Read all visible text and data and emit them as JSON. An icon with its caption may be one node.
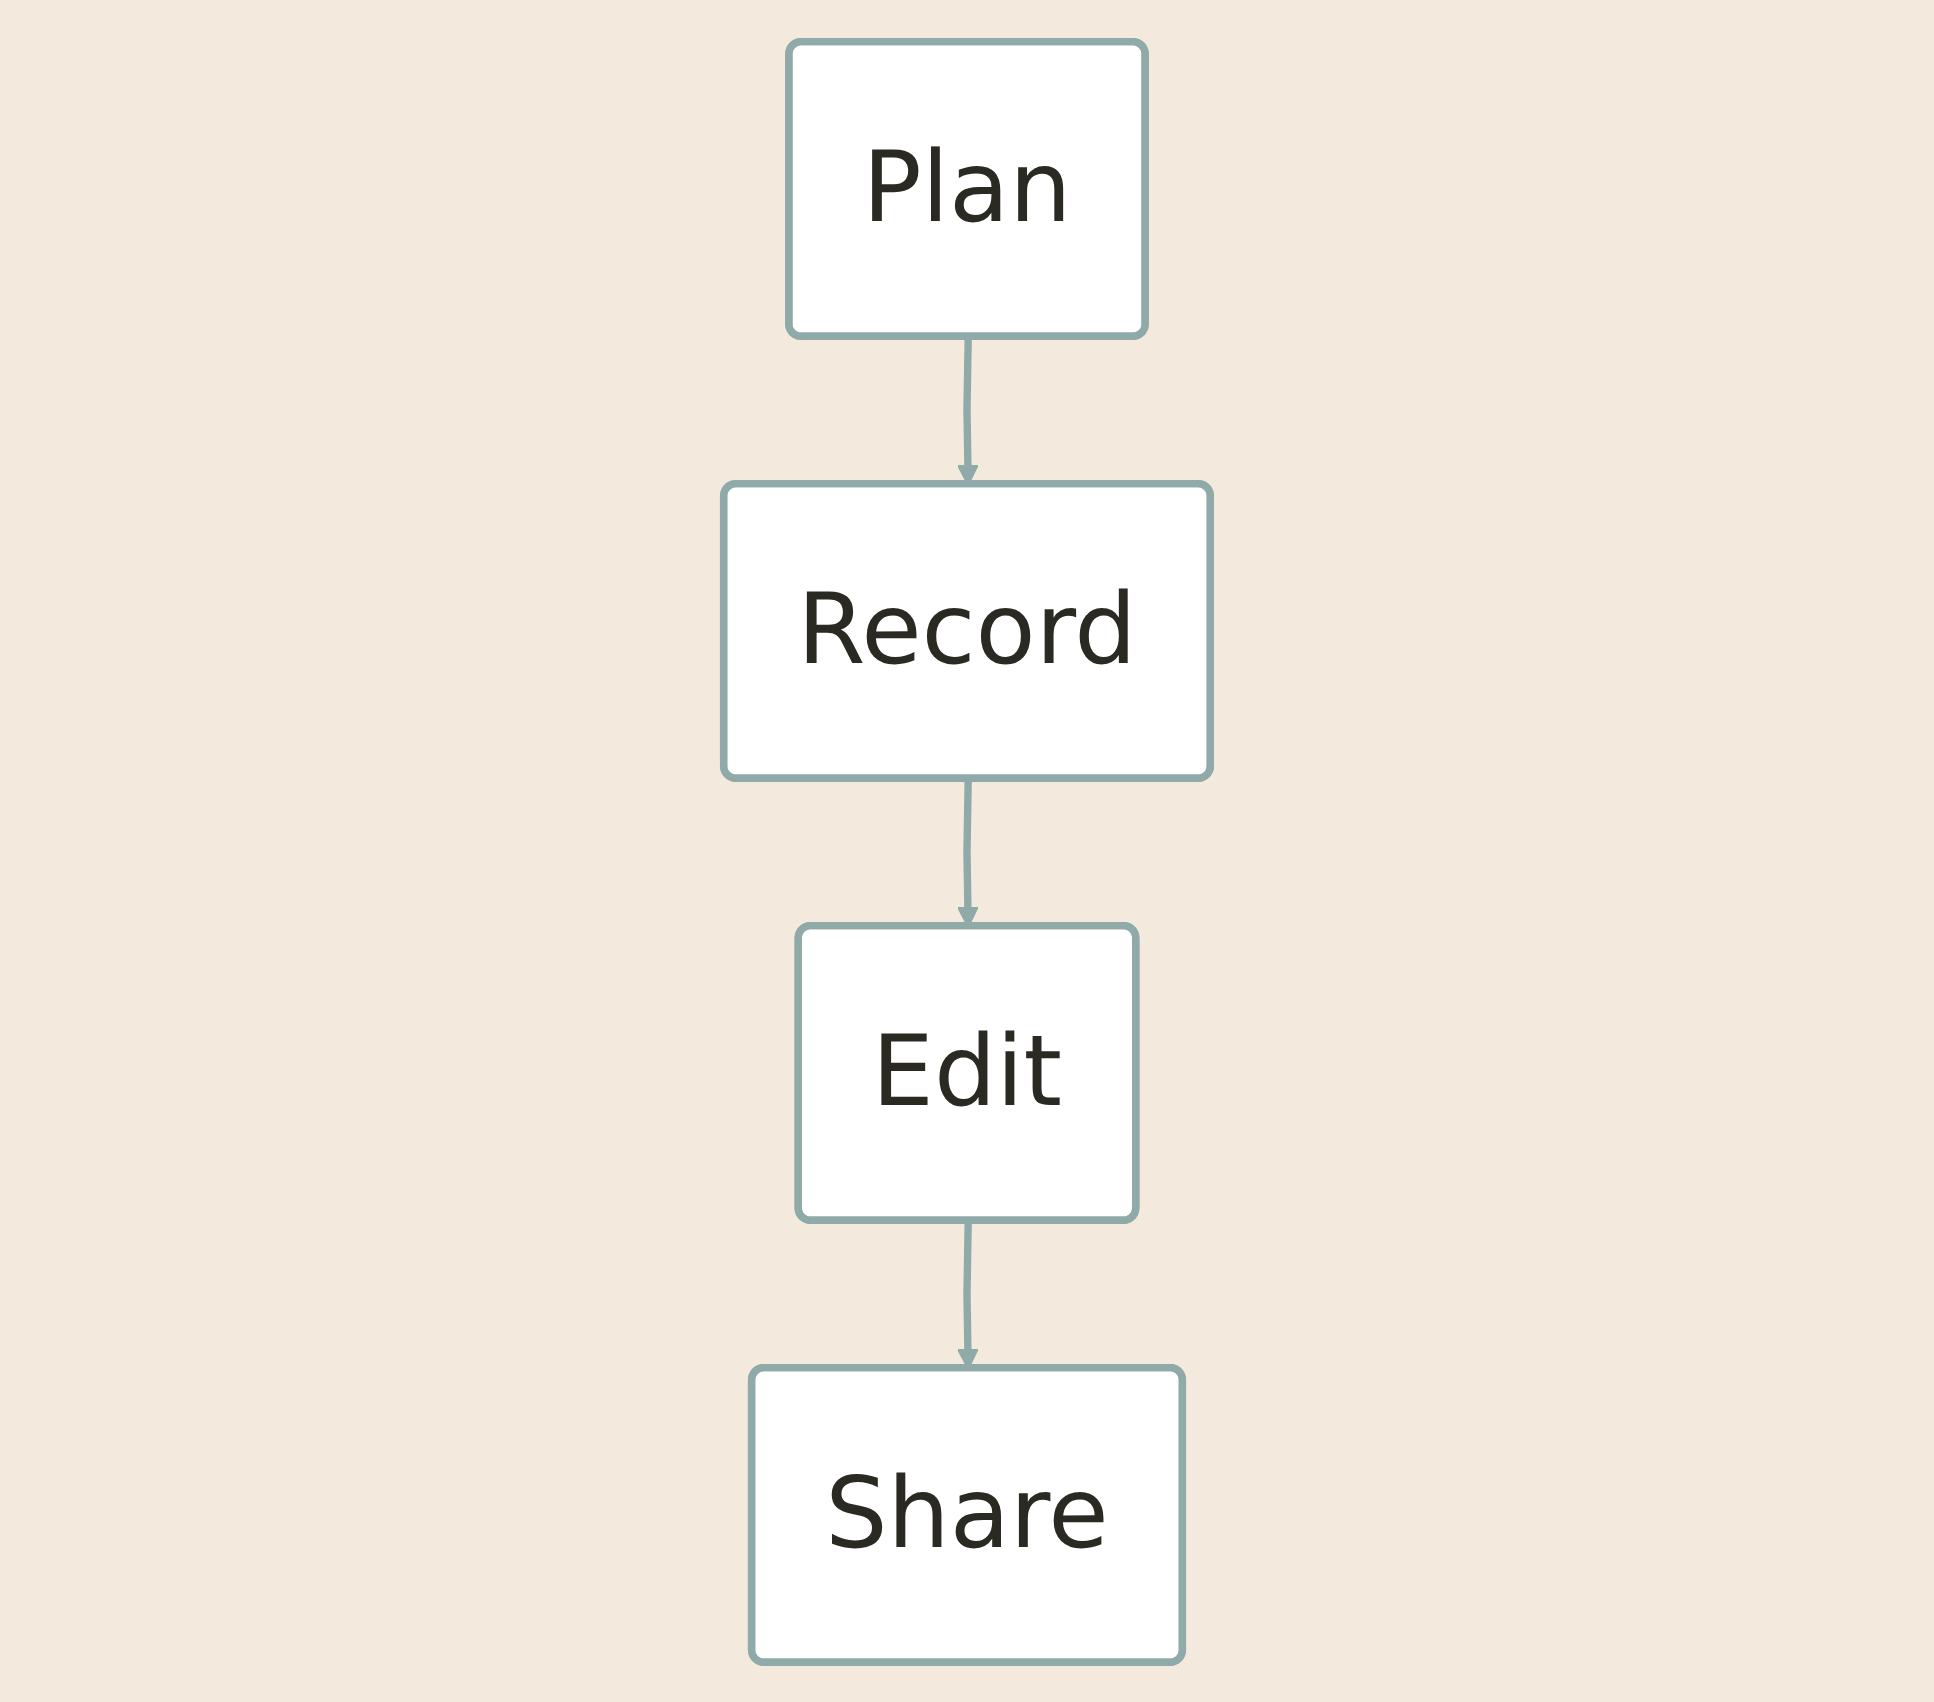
{
  "diagram": {
    "nodes": [
      {
        "text": [
          "Plan"
        ]
      },
      {
        "text": [
          "Record"
        ]
      },
      {
        "text": [
          "Edit"
        ]
      },
      {
        "text": [
          "Share"
        ]
      }
    ],
    "edges": [
      {
        "from": 0,
        "to": 1,
        "arrow": "to"
      },
      {
        "from": 1,
        "to": 2,
        "arrow": "to"
      },
      {
        "from": 2,
        "to": 3,
        "arrow": "to"
      }
    ]
  }
}
